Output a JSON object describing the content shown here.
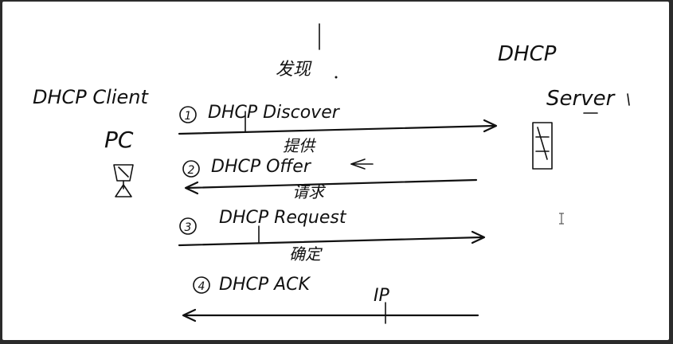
{
  "client": {
    "title": "DHCP Client",
    "device": "PC"
  },
  "server": {
    "title": "DHCP",
    "subtitle": "Server"
  },
  "broadcast_note": "发现",
  "steps": [
    {
      "num": "1",
      "label": "DHCP Discover",
      "note_below": "提供"
    },
    {
      "num": "2",
      "label": "DHCP Offer",
      "note_below": "请求"
    },
    {
      "num": "3",
      "label": "DHCP Request",
      "note_below": "确定"
    },
    {
      "num": "4",
      "label": "DHCP ACK",
      "note_below": "IP"
    }
  ],
  "colors": {
    "ink": "#111111",
    "background": "#ffffff",
    "frame": "#2b2b2b"
  }
}
